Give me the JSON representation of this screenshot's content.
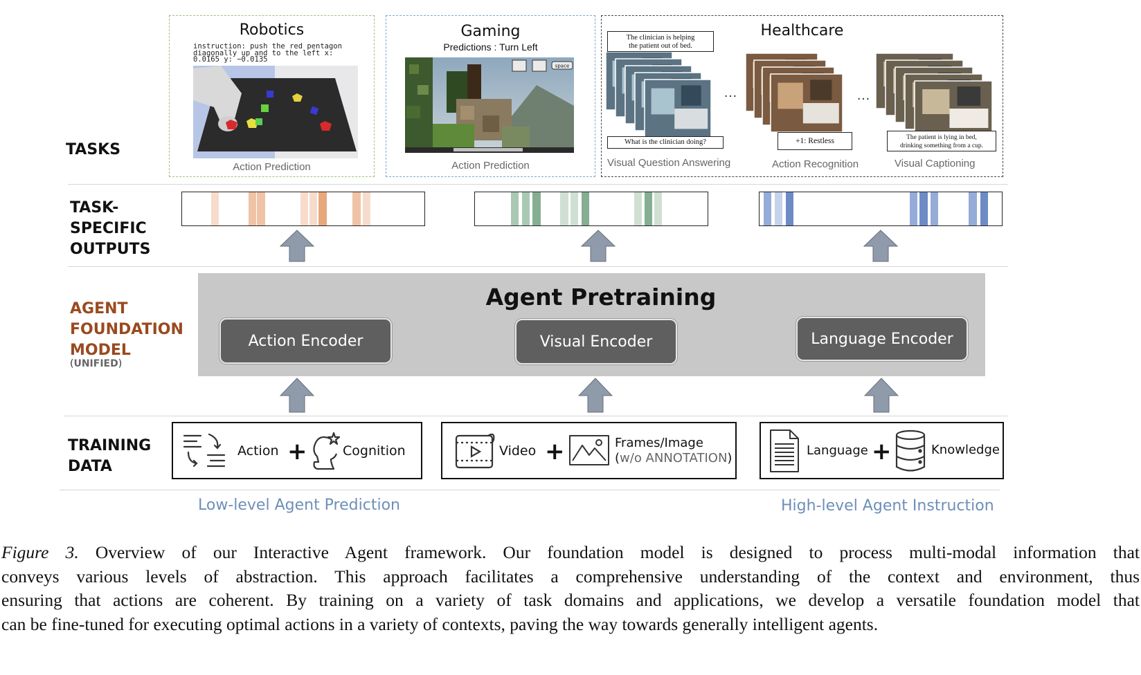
{
  "row_labels": {
    "tasks": "TASKS",
    "task_specific_outputs": [
      "TASK-",
      "SPECIFIC",
      "OUTPUTS"
    ],
    "agent_foundation_model": [
      "AGENT",
      "FOUNDATION",
      "MODEL"
    ],
    "unified_open": "(",
    "unified": "UNIFIED",
    "unified_close": ")",
    "training_data": [
      "TRAINING",
      "DATA"
    ]
  },
  "tasks": {
    "robotics": {
      "title": "Robotics",
      "instruction": [
        "instruction: push the red pentagon",
        "diagonally up and to the left x:",
        "0.0165 y: −0.0135"
      ],
      "subtitle": "Action Prediction"
    },
    "gaming": {
      "title": "Gaming",
      "prediction": "Predictions : Turn Left",
      "subtitle": "Action Prediction",
      "hud_key": "space"
    },
    "healthcare": {
      "title": "Healthcare",
      "speech_top": [
        "The clinician is helping",
        "the patient out of bed."
      ],
      "speech_question": "What is the clinician doing?",
      "speech_restless": "+1: Restless",
      "speech_caption": [
        "The patient is lying in bed,",
        "drinking something from a cup."
      ],
      "ellipsis": "…",
      "sub_vqa": "Visual Question Answering",
      "sub_recognition": "Action Recognition",
      "sub_captioning": "Visual Captioning"
    }
  },
  "colors": {
    "robotics_border": "#9cc27a",
    "gaming_border": "#7fa6cf",
    "healthcare_border": "#444444",
    "orange_light": "#f7dccb",
    "orange_mid": "#f0c3a6",
    "orange_dark": "#e8a87e",
    "green_light": "#cfe0d3",
    "green_mid": "#a9c9b2",
    "green_dark": "#86ae93",
    "blue_light": "#c6d3ea",
    "blue_mid": "#96acd8",
    "blue_dark": "#6d8bc6",
    "footer_blue": "#6e8fb8",
    "foundation_label": "#9a4a1f"
  },
  "foundation": {
    "title": "Agent Pretraining",
    "encoders": [
      "Action Encoder",
      "Visual Encoder",
      "Language Encoder"
    ]
  },
  "training": {
    "box1": {
      "left": "Action",
      "plus": "+",
      "right": "Cognition"
    },
    "box2": {
      "left": "Video",
      "plus": "+",
      "right_line1": "Frames/Image",
      "right_line2_open": "(",
      "right_line2": "w/o ANNOTATION",
      "right_line2_close": ")"
    },
    "box3": {
      "left": "Language",
      "plus": "+",
      "right": "Knowledge"
    }
  },
  "icons": [
    "action-list-icon",
    "cognition-head-icon",
    "video-film-icon",
    "image-mountain-icon",
    "document-icon",
    "database-icon",
    "up-arrow-icon"
  ],
  "footer": {
    "left": "Low-level Agent Prediction",
    "right": "High-level Agent Instruction"
  },
  "caption": {
    "prefix": "Figure 3.",
    "lines": [
      " Overview of our Interactive Agent framework.  Our foundation model is designed to process multi-modal information that",
      "conveys various levels of abstraction.  This approach facilitates a comprehensive understanding of the context and environment, thus",
      "ensuring that actions are coherent. By training on a variety of task domains and applications, we develop a versatile foundation model that",
      "can be fine-tuned for executing optimal actions in a variety of contexts, paving the way towards generally intelligent agents."
    ]
  }
}
